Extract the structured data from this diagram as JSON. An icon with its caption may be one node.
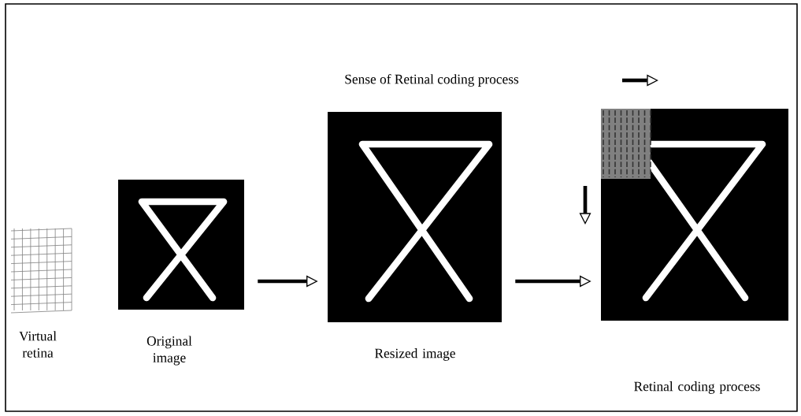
{
  "diagram": {
    "nodes": [
      {
        "text": [
          "Virtual retina"
        ]
      },
      {
        "text": [
          "Original image"
        ]
      },
      {
        "text": [
          "Resized image"
        ]
      },
      {
        "text": [
          "Retinal coding process"
        ]
      }
    ],
    "edges": [
      {
        "from": 1,
        "to": 2,
        "arrow": "to"
      },
      {
        "from": 2,
        "to": 3,
        "arrow": "to"
      }
    ],
    "labels": [
      "Sense of Retinal coding process"
    ]
  }
}
